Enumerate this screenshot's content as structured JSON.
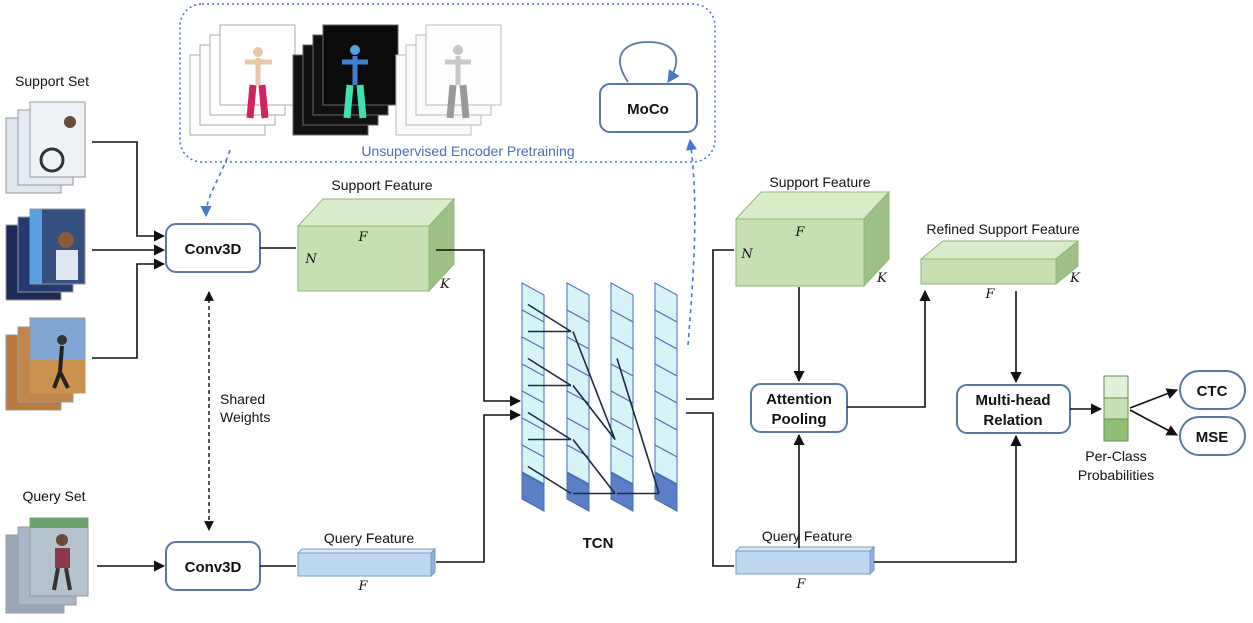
{
  "sets": {
    "support_set": "Support Set",
    "query_set": "Query Set"
  },
  "encoder": {
    "conv3d_top": "Conv3D",
    "conv3d_bottom": "Conv3D",
    "shared_weights_line1": "Shared",
    "shared_weights_line2": "Weights"
  },
  "pretraining": {
    "caption": "Unsupervised Encoder Pretraining",
    "moco": "MoCo"
  },
  "features": {
    "support_feature_left": "Support Feature",
    "support_feature_right": "Support Feature",
    "refined_support_feature": "Refined Support Feature",
    "query_feature_left": "Query Feature",
    "query_feature_right": "Query Feature",
    "dim_F": "F",
    "dim_N": "N",
    "dim_K": "K"
  },
  "tcn": {
    "label": "TCN"
  },
  "modules": {
    "attention_pooling_line1": "Attention",
    "attention_pooling_line2": "Pooling",
    "multihead_line1": "Multi-head",
    "multihead_line2": "Relation"
  },
  "outputs": {
    "per_class_line1": "Per-Class",
    "per_class_line2": "Probabilities",
    "ctc": "CTC",
    "mse": "MSE"
  },
  "colors": {
    "feature_green": "#c6e0b4",
    "feature_green_dark": "#8fb77a",
    "query_blue": "#bdd7ee",
    "tcn_cyan": "#d6f4f7",
    "tcn_dark": "#5b7fc7",
    "box_border": "#5a78a6",
    "pretrain_text": "#4a6fb5"
  }
}
